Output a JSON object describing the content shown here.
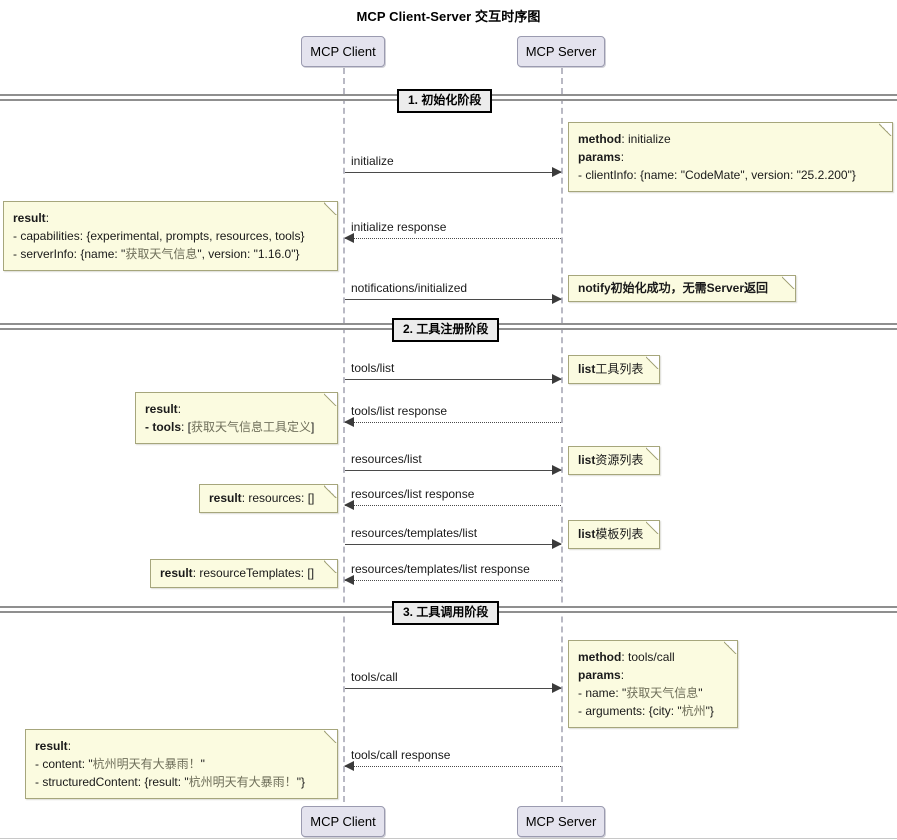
{
  "title": "MCP Client-Server 交互时序图",
  "participants": [
    {
      "name": "client",
      "label": "MCP Client"
    },
    {
      "name": "server",
      "label": "MCP Server"
    }
  ],
  "phases": [
    {
      "label": "1. 初始化阶段"
    },
    {
      "label": "2. 工具注册阶段"
    },
    {
      "label": "3. 工具调用阶段"
    }
  ],
  "messages": [
    {
      "label": "initialize",
      "direction": "right",
      "style": "solid"
    },
    {
      "label": "initialize response",
      "direction": "left",
      "style": "dotted"
    },
    {
      "label": "notifications/initialized",
      "direction": "right",
      "style": "solid"
    },
    {
      "label": "tools/list",
      "direction": "right",
      "style": "solid"
    },
    {
      "label": "tools/list response",
      "direction": "left",
      "style": "dotted"
    },
    {
      "label": "resources/list",
      "direction": "right",
      "style": "solid"
    },
    {
      "label": "resources/list response",
      "direction": "left",
      "style": "dotted"
    },
    {
      "label": "resources/templates/list",
      "direction": "right",
      "style": "solid"
    },
    {
      "label": "resources/templates/list response",
      "direction": "left",
      "style": "dotted"
    },
    {
      "label": "tools/call",
      "direction": "right",
      "style": "solid"
    },
    {
      "label": "tools/call response",
      "direction": "left",
      "style": "dotted"
    }
  ],
  "notes": {
    "initialize_request": {
      "line1_bold": "method",
      "line1_rest": ": initialize",
      "line2_bold": "params",
      "line2_rest": ":",
      "line3": "- clientInfo: {name: \"CodeMate\", version: \"25.2.200\"}"
    },
    "initialize_result": {
      "line1_bold": "result",
      "line1_rest": ":",
      "line2": "- capabilities: {experimental, prompts, resources, tools}",
      "line3_pre": "- serverInfo: {name: \"",
      "line3_cn": "获取天气信息",
      "line3_post": "\", version: \"1.16.0\"}"
    },
    "notify": {
      "text": "notify初始化成功，无需Server返回"
    },
    "tools_list": {
      "bold": "list",
      "rest": "工具列表"
    },
    "tools_list_result": {
      "line1_bold": "result",
      "line1_rest": ":",
      "line2_bold": "- tools",
      "line2_pre": ": [",
      "line2_cn": "获取天气信息工具定义",
      "line2_post": "]"
    },
    "resources_list": {
      "bold": "list",
      "rest": "资源列表"
    },
    "resources_list_result": {
      "bold": "result",
      "rest": ": resources: []"
    },
    "templates_list": {
      "bold": "list",
      "rest": "模板列表"
    },
    "templates_list_result": {
      "bold": "result",
      "rest": ": resourceTemplates: []"
    },
    "tools_call_request": {
      "line1_bold": "method",
      "line1_rest": ": tools/call",
      "line2_bold": "params",
      "line2_rest": ":",
      "line3_pre": "- name: \"",
      "line3_cn": "获取天气信息",
      "line3_post": "\"",
      "line4_pre": "- arguments: {city: \"",
      "line4_cn": "杭州",
      "line4_post": "\"}"
    },
    "tools_call_result": {
      "line1_bold": "result",
      "line1_rest": ":",
      "line2_pre": "- content: \"",
      "line2_cn": "杭州明天有大暴雨！",
      "line2_post": "\"",
      "line3_pre": "- structuredContent: {result: \"",
      "line3_cn": "杭州明天有大暴雨！",
      "line3_post": "\"}"
    }
  },
  "colors": {
    "actor_fill": "#e4e3ee",
    "note_fill": "#fbfbe0",
    "note_border": "#a6a67c",
    "phase_label_fill": "#ececec",
    "lifeline": "#b9b9c4"
  }
}
